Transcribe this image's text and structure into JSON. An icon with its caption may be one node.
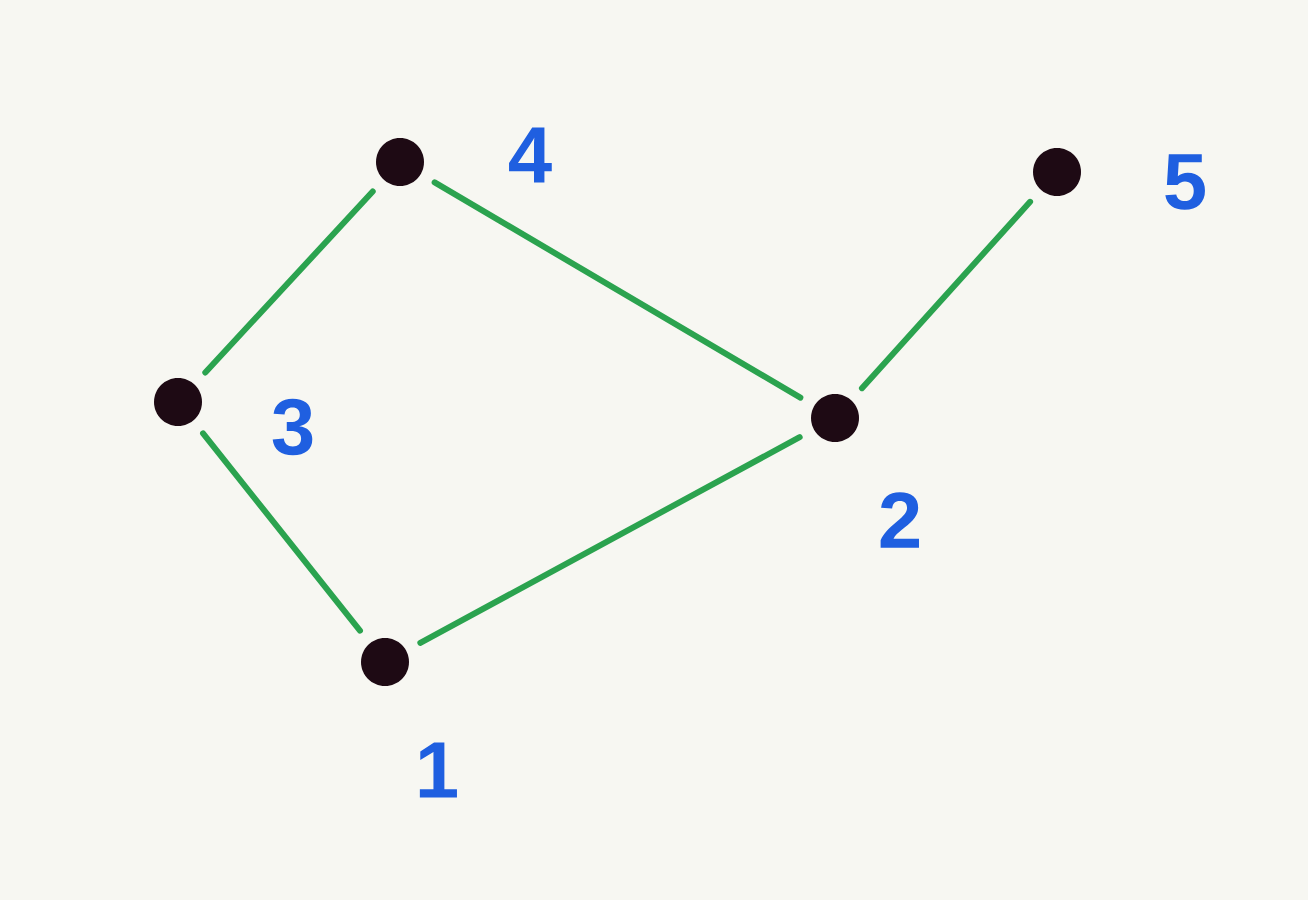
{
  "diagram": {
    "nodes": [
      {
        "text": [],
        "shape": "circle",
        "beside": [
          "3"
        ]
      },
      {
        "text": [],
        "shape": "circle",
        "beside": [
          "1"
        ]
      },
      {
        "text": [],
        "shape": "circle",
        "beside": [
          "4"
        ]
      },
      {
        "text": [],
        "shape": "circle",
        "beside": [
          "2"
        ]
      },
      {
        "text": [],
        "shape": "circle",
        "beside": [
          "5"
        ]
      }
    ],
    "edges": [
      {
        "from": 2,
        "to": 0,
        "arrow": "none"
      },
      {
        "from": 0,
        "to": 1,
        "arrow": "none"
      },
      {
        "from": 1,
        "to": 3,
        "arrow": "none"
      },
      {
        "from": 2,
        "to": 3,
        "arrow": "none"
      },
      {
        "from": 3,
        "to": 4,
        "arrow": "none"
      }
    ]
  }
}
